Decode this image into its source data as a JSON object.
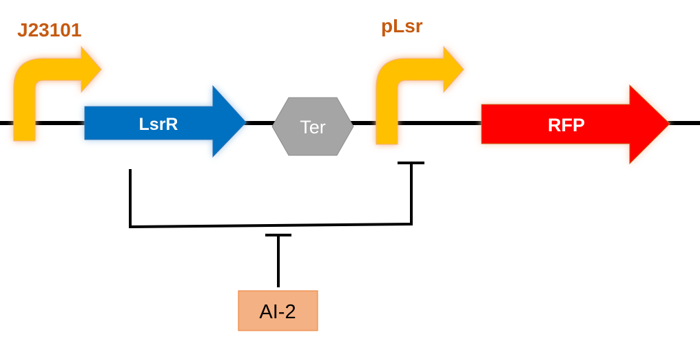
{
  "promoters": {
    "constitutive": {
      "label": "J23101",
      "color": "#FFC000"
    },
    "inducible": {
      "label": "pLsr",
      "color": "#FFC000"
    }
  },
  "label_color": "#C55A11",
  "genes": {
    "lsrr": {
      "label": "LsrR",
      "color": "#0070C0"
    },
    "rfp": {
      "label": "RFP",
      "color": "#FF0000"
    }
  },
  "terminator": {
    "label": "Ter",
    "color": "#A5A5A5"
  },
  "inducer": {
    "label": "AI-2",
    "color": "#F4B183"
  }
}
